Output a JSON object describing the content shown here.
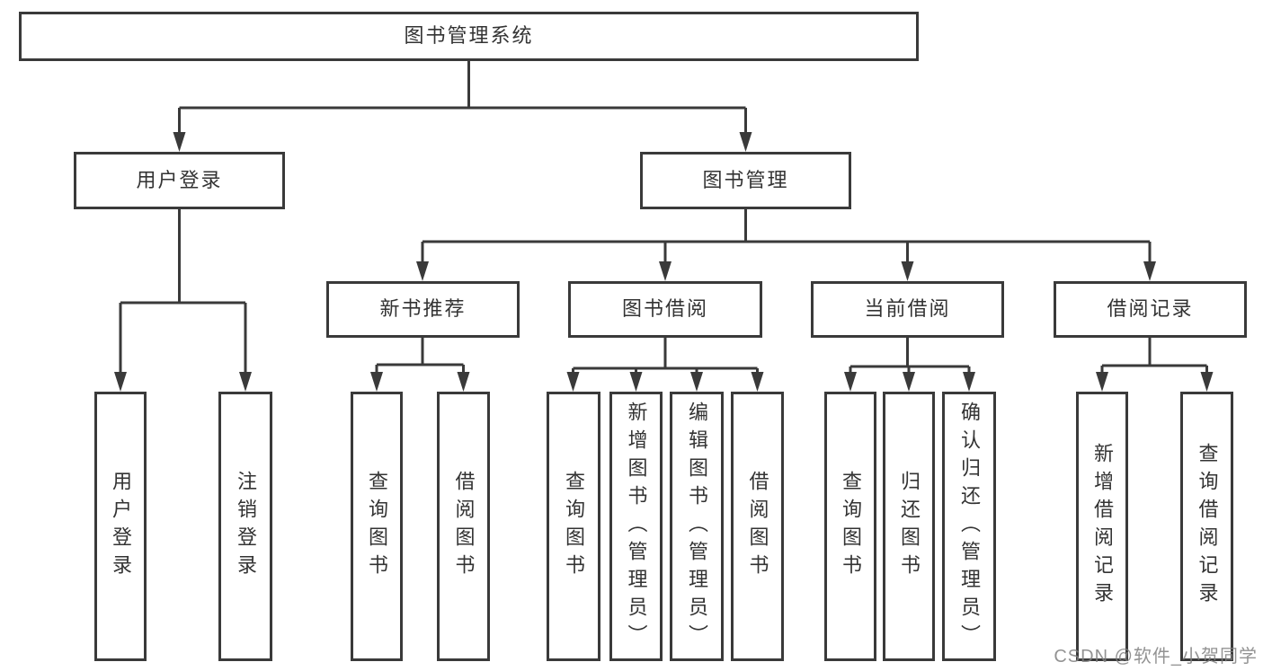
{
  "diagram": {
    "title_node": "图书管理系统",
    "root": {
      "label": "图书管理系统"
    },
    "branches": [
      {
        "label": "用户登录",
        "children": [
          {
            "label": "用户登录"
          },
          {
            "label": "注销登录"
          }
        ]
      },
      {
        "label": "图书管理",
        "children": [
          {
            "label": "新书推荐",
            "children": [
              {
                "label": "查询图书"
              },
              {
                "label": "借阅图书"
              }
            ]
          },
          {
            "label": "图书借阅",
            "children": [
              {
                "label": "查询图书"
              },
              {
                "label": "新增图书（管理员）"
              },
              {
                "label": "编辑图书（管理员）"
              },
              {
                "label": "借阅图书"
              }
            ]
          },
          {
            "label": "当前借阅",
            "children": [
              {
                "label": "查询图书"
              },
              {
                "label": "归还图书"
              },
              {
                "label": "确认归还（管理员）"
              }
            ]
          },
          {
            "label": "借阅记录",
            "children": [
              {
                "label": "新增借阅记录"
              },
              {
                "label": "查询借阅记录"
              }
            ]
          }
        ]
      }
    ],
    "watermark": "CSDN @软件_小贺同学",
    "colors": {
      "line": "#3a3a3a",
      "box_fill": "#ffffff",
      "text": "#333333",
      "watermark": "#808080",
      "background": "#ffffff"
    }
  }
}
